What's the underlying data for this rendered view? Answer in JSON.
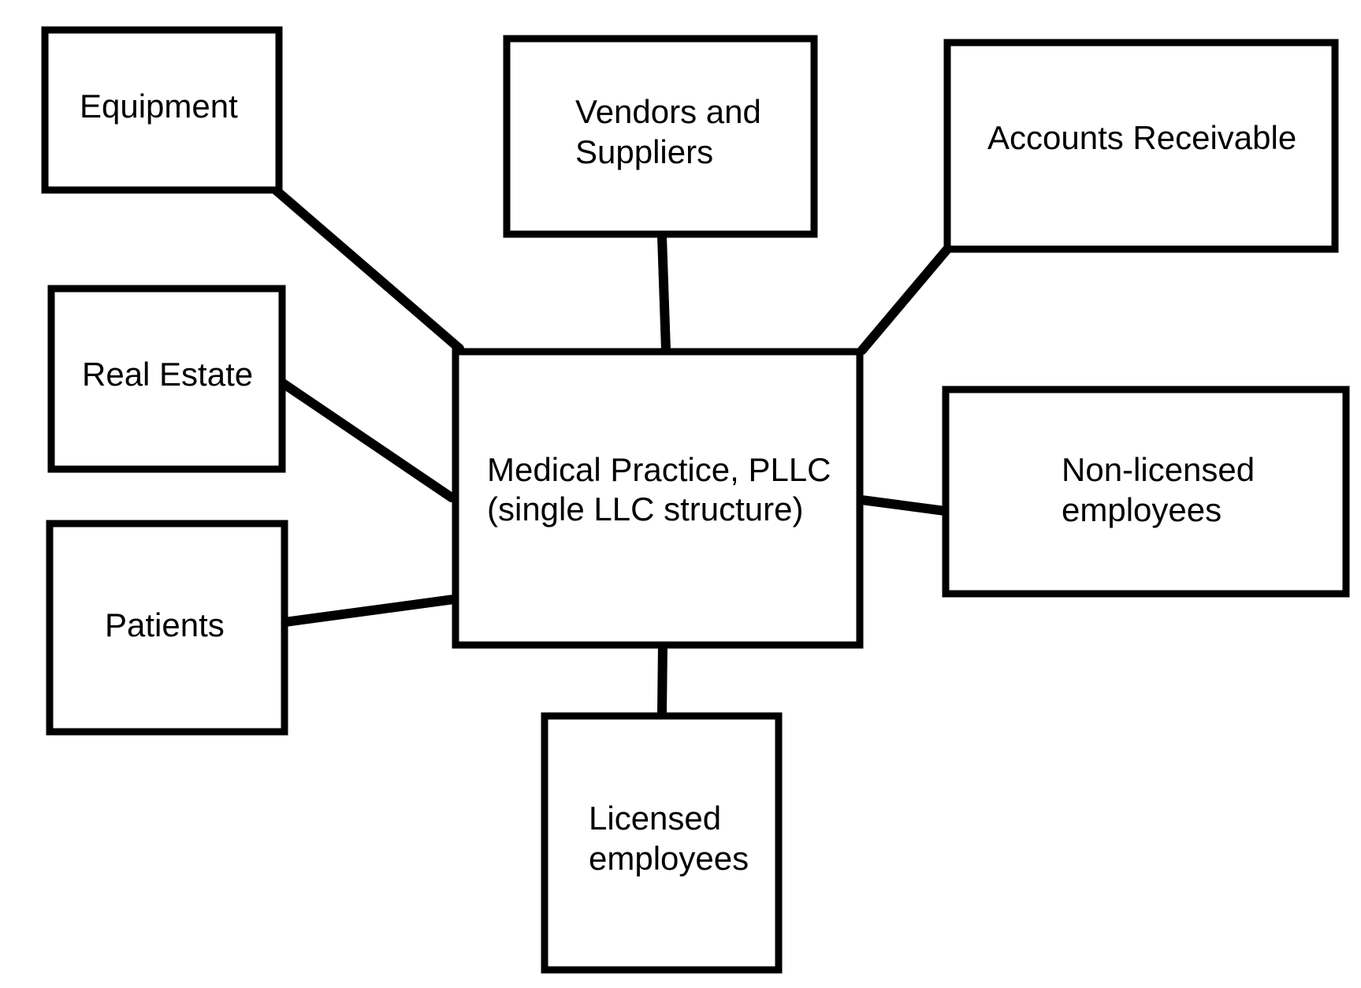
{
  "diagram": {
    "stroke_color": "#000000",
    "background": "#ffffff",
    "center": {
      "lines": [
        "Medical Practice, PLLC",
        "(single LLC structure)"
      ]
    },
    "nodes": {
      "equipment": {
        "lines": [
          "Equipment"
        ]
      },
      "vendors": {
        "lines": [
          "Vendors and",
          "Suppliers"
        ]
      },
      "accounts_receivable": {
        "lines": [
          "Accounts Receivable"
        ]
      },
      "real_estate": {
        "lines": [
          "Real Estate"
        ]
      },
      "patients": {
        "lines": [
          "Patients"
        ]
      },
      "non_licensed": {
        "lines": [
          "Non-licensed",
          "employees"
        ]
      },
      "licensed": {
        "lines": [
          "Licensed",
          "employees"
        ]
      }
    }
  }
}
